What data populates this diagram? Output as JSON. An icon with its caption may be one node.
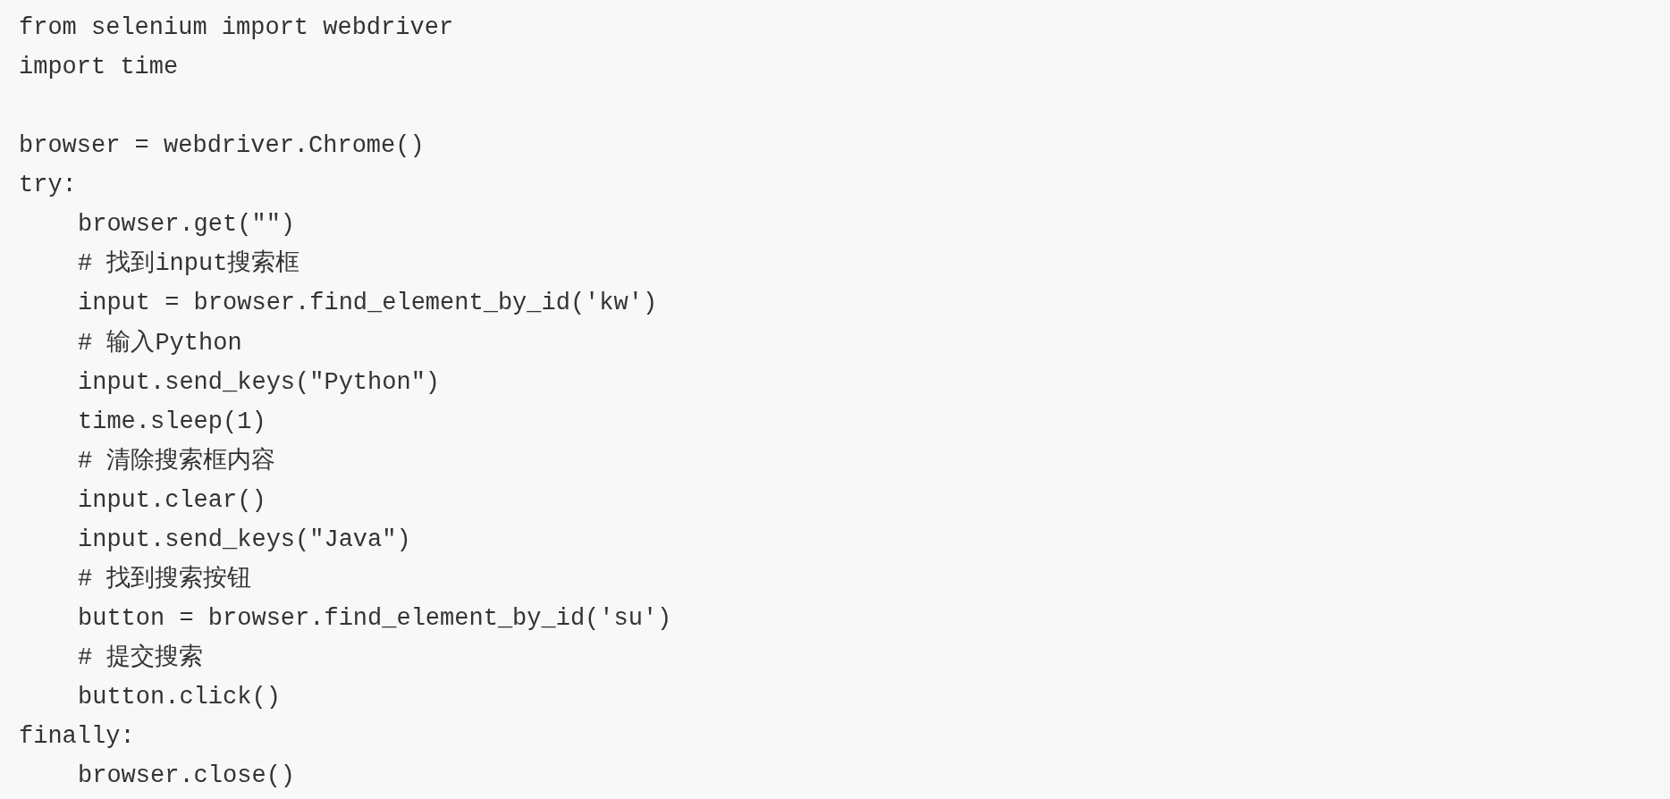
{
  "diagram": {
    "labels": [
      "from selenium import webdriver",
      "import time",
      "browser = webdriver.Chrome()",
      "try:",
      "browser.get(\"\")",
      "# 找到input搜索框",
      "input = browser.find_element_by_id('kw')",
      "# 输入Python",
      "input.send_keys(\"Python\")",
      "time.sleep(1)",
      "# 清除搜索框内容",
      "input.clear()",
      "input.send_keys(\"Java\")",
      "# 找到搜索按钮",
      "button = browser.find_element_by_id('su')",
      "# 提交搜索",
      "button.click()",
      "finally:",
      "browser.close()"
    ]
  }
}
